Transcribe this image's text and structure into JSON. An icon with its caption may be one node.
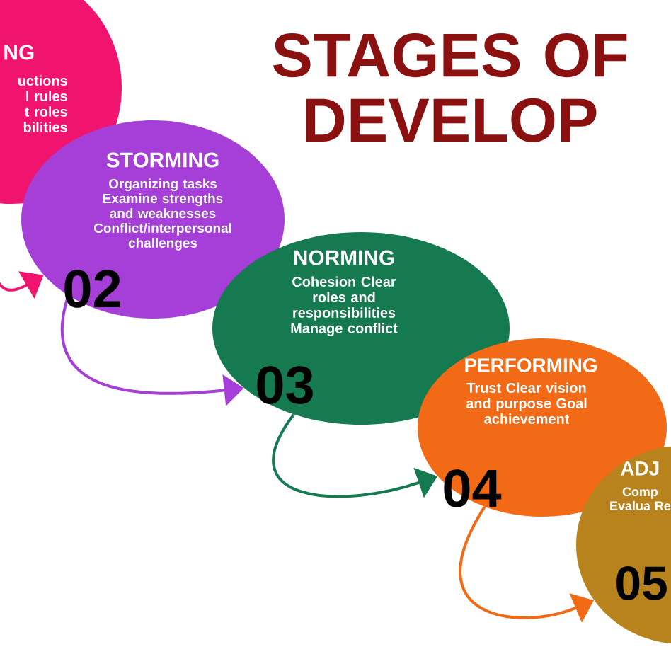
{
  "diagram": {
    "title": "STAGES OF DEVELOP",
    "nodes": [
      {
        "text": [
          "NG",
          "uctions l rules t roles bilities"
        ]
      },
      {
        "text": [
          "STORMING",
          "Organizing tasks Examine strengths and weaknesses Conflict/interpersonal challenges",
          "02"
        ]
      },
      {
        "text": [
          "NORMING",
          "Cohesion Clear roles and responsibilities Manage conflict",
          "03"
        ]
      },
      {
        "text": [
          "PERFORMING",
          "Trust Clear vision and purpose Goal achievement",
          "04"
        ]
      },
      {
        "text": [
          "ADJ",
          "Comp Evalua Re",
          "05"
        ]
      }
    ],
    "edges": [
      {
        "from": 0,
        "to": 1,
        "arrow": "to",
        "color": "#f0146e"
      },
      {
        "from": 1,
        "to": 2,
        "arrow": "to",
        "color": "#a53fd8"
      },
      {
        "from": 2,
        "to": 3,
        "arrow": "to",
        "color": "#167a50"
      },
      {
        "from": 3,
        "to": 4,
        "arrow": "to",
        "color": "#f26a16"
      }
    ]
  }
}
